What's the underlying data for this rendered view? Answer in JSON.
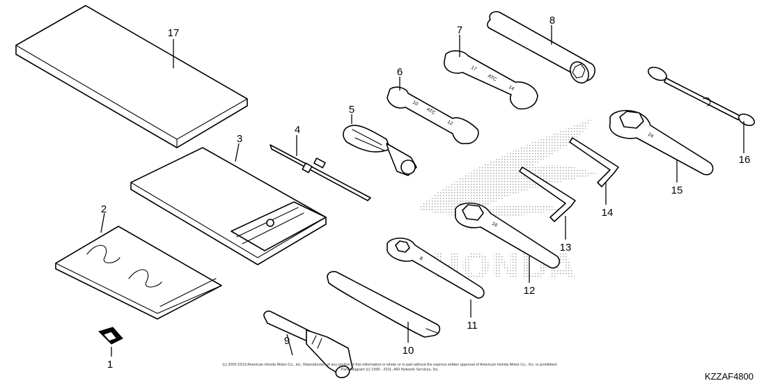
{
  "callouts": [
    "1",
    "2",
    "3",
    "4",
    "5",
    "6",
    "7",
    "8",
    "9",
    "10",
    "11",
    "12",
    "13",
    "14",
    "15",
    "16",
    "17"
  ],
  "watermark": "HONDA",
  "wrench_marks": {
    "w6": [
      "10",
      "ATC",
      "12"
    ],
    "w7": [
      "17",
      "ATC",
      "14"
    ],
    "w11": [
      "8"
    ],
    "w12": [
      "16"
    ],
    "w15": [
      "24"
    ]
  },
  "copyright_line1": "(c) 2002-2013 American Honda Motor Co., Inc. Reproduction of any portion of this information in whole or in part without the express written approval of American Honda Motor Co., Inc. is prohibited.",
  "copyright_line2": "Parts diagram (c) 1995 - 2011, ARI Network Services, Inc.",
  "drawing_code": "KZZAF4800"
}
